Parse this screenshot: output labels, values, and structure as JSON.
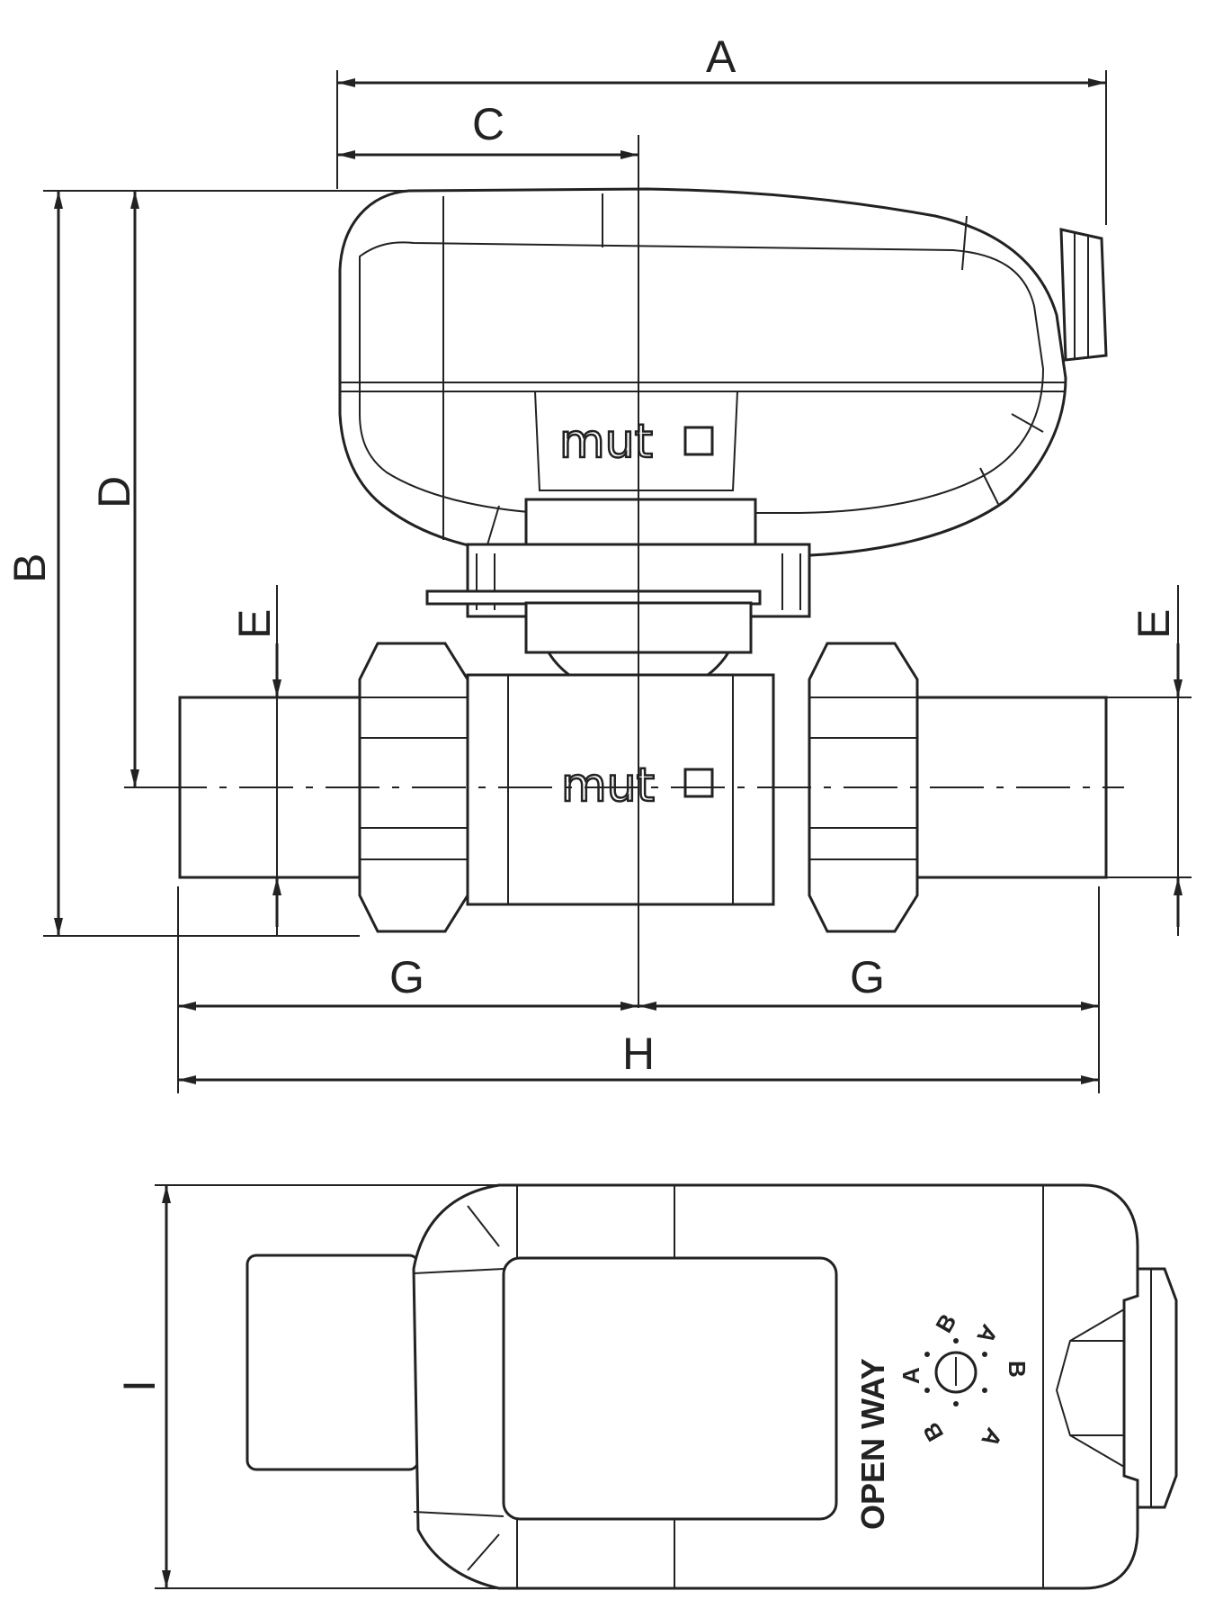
{
  "dimensions": {
    "A": "A",
    "B": "B",
    "C": "C",
    "D": "D",
    "E": "E",
    "G": "G",
    "H": "H",
    "I": "I"
  },
  "brand": {
    "logo_text": "mut"
  },
  "top_view": {
    "open_way_label": "OPEN WAY",
    "dial_labels": [
      "A",
      "B",
      "A",
      "B",
      "A",
      "B"
    ]
  },
  "colors": {
    "line": "#222222",
    "background": "#ffffff"
  }
}
